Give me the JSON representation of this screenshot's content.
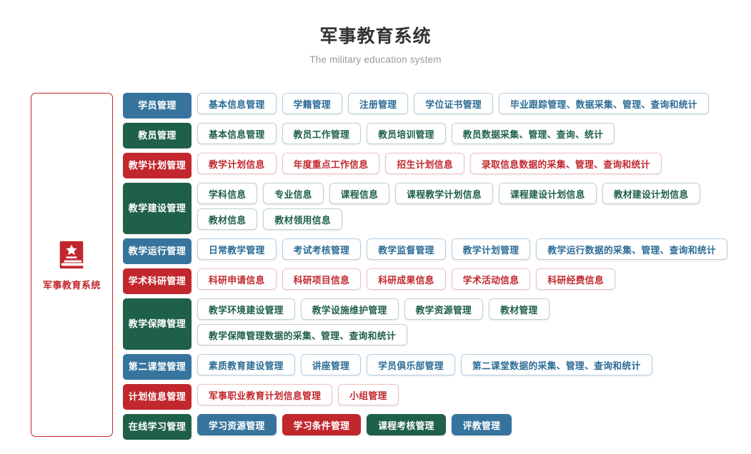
{
  "header": {
    "title": "军事教育系统",
    "subtitle": "The military education system"
  },
  "sidebar": {
    "icon": "book-star-icon",
    "label": "军事教育系统",
    "border_color": "#c1272d"
  },
  "colors": {
    "blue": "#36749d",
    "green": "#1f6049",
    "red": "#c1272d"
  },
  "rows": [
    {
      "label": "学员管理",
      "color": "blue",
      "items": [
        {
          "label": "基本信息管理",
          "style": "outline"
        },
        {
          "label": "学籍管理",
          "style": "outline"
        },
        {
          "label": "注册管理",
          "style": "outline"
        },
        {
          "label": "学位证书管理",
          "style": "outline"
        },
        {
          "label": "毕业跟踪管理、数据采集、管理、查询和统计",
          "style": "outline"
        }
      ]
    },
    {
      "label": "教员管理",
      "color": "green",
      "items": [
        {
          "label": "基本信息管理",
          "style": "outline"
        },
        {
          "label": "教员工作管理",
          "style": "outline"
        },
        {
          "label": "教员培训管理",
          "style": "outline"
        },
        {
          "label": "教员数据采集、管理、查询、统计",
          "style": "outline"
        }
      ]
    },
    {
      "label": "教学计划管理",
      "color": "red",
      "items": [
        {
          "label": "教学计划信息",
          "style": "outline"
        },
        {
          "label": "年度重点工作信息",
          "style": "outline"
        },
        {
          "label": "招生计划信息",
          "style": "outline"
        },
        {
          "label": "录取信息数据的采集、管理、查询和统计",
          "style": "outline"
        }
      ]
    },
    {
      "label": "教学建设管理",
      "color": "green",
      "items": [
        {
          "label": "学科信息",
          "style": "outline"
        },
        {
          "label": "专业信息",
          "style": "outline"
        },
        {
          "label": "课程信息",
          "style": "outline"
        },
        {
          "label": "课程教学计划信息",
          "style": "outline"
        },
        {
          "label": "课程建设计划信息",
          "style": "outline"
        },
        {
          "label": "教材建设计划信息",
          "style": "outline"
        },
        {
          "label": "教材信息",
          "style": "outline"
        },
        {
          "label": "教材领用信息",
          "style": "outline"
        }
      ]
    },
    {
      "label": "教学运行管理",
      "color": "blue",
      "items": [
        {
          "label": "日常教学管理",
          "style": "outline"
        },
        {
          "label": "考试考核管理",
          "style": "outline"
        },
        {
          "label": "教学监督管理",
          "style": "outline"
        },
        {
          "label": "教学计划管理",
          "style": "outline"
        },
        {
          "label": "教学运行数据的采集、管理、查询和统计",
          "style": "outline"
        }
      ]
    },
    {
      "label": "学术科研管理",
      "color": "red",
      "items": [
        {
          "label": "科研申请信息",
          "style": "outline"
        },
        {
          "label": "科研项目信息",
          "style": "outline"
        },
        {
          "label": "科研成果信息",
          "style": "outline"
        },
        {
          "label": "学术活动信息",
          "style": "outline"
        },
        {
          "label": "科研经费信息",
          "style": "outline"
        }
      ]
    },
    {
      "label": "教学保障管理",
      "color": "green",
      "items": [
        {
          "label": "教学环境建设管理",
          "style": "outline"
        },
        {
          "label": "教学设施维护管理",
          "style": "outline"
        },
        {
          "label": "教学资源管理",
          "style": "outline"
        },
        {
          "label": "教材管理",
          "style": "outline"
        },
        {
          "label": "教学保障管理数据的采集、管理、查询和统计",
          "style": "outline"
        }
      ]
    },
    {
      "label": "第二课堂管理",
      "color": "blue",
      "items": [
        {
          "label": "素质教育建设管理",
          "style": "outline"
        },
        {
          "label": "讲座管理",
          "style": "outline"
        },
        {
          "label": "学员俱乐部管理",
          "style": "outline"
        },
        {
          "label": "第二课堂数据的采集、管理、查询和统计",
          "style": "outline"
        }
      ]
    },
    {
      "label": "计划信息管理",
      "color": "red",
      "items": [
        {
          "label": "军事职业教育计划信息管理",
          "style": "outline"
        },
        {
          "label": "小组管理",
          "style": "outline"
        }
      ]
    },
    {
      "label": "在线学习管理",
      "color": "green",
      "items": [
        {
          "label": "学习资源管理",
          "style": "solid",
          "color": "blue"
        },
        {
          "label": "学习条件管理",
          "style": "solid",
          "color": "red"
        },
        {
          "label": "课程考核管理",
          "style": "solid",
          "color": "green"
        },
        {
          "label": "评教管理",
          "style": "solid",
          "color": "blue"
        }
      ]
    }
  ]
}
